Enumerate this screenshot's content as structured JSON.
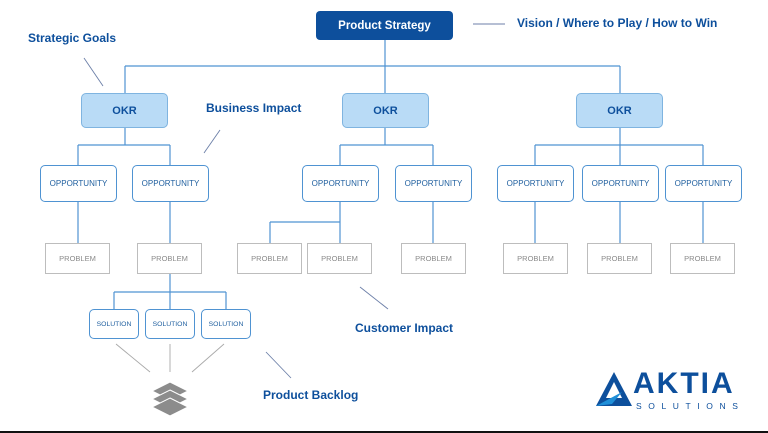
{
  "root": {
    "label": "Product Strategy"
  },
  "okrs": [
    "OKR",
    "OKR",
    "OKR"
  ],
  "opportunities": [
    "OPPORTUNITY",
    "OPPORTUNITY",
    "OPPORTUNITY",
    "OPPORTUNITY",
    "OPPORTUNITY",
    "OPPORTUNITY",
    "OPPORTUNITY"
  ],
  "problems": [
    "PROBLEM",
    "PROBLEM",
    "PROBLEM",
    "PROBLEM",
    "PROBLEM",
    "PROBLEM",
    "PROBLEM",
    "PROBLEM"
  ],
  "solutions": [
    "SOLUTION",
    "SOLUTION",
    "SOLUTION"
  ],
  "annotations": {
    "vision": "Vision / Where to Play / How to Win",
    "strategic_goals": "Strategic Goals",
    "business_impact": "Business Impact",
    "customer_impact": "Customer Impact",
    "product_backlog": "Product Backlog"
  },
  "logo": {
    "name": "AKTIA",
    "tagline": "SOLUTIONS"
  },
  "colors": {
    "dark_blue": "#0d4f9c",
    "light_blue": "#b9dbf6",
    "box_border": "#4f93d2",
    "gray": "#bdbdbd"
  }
}
